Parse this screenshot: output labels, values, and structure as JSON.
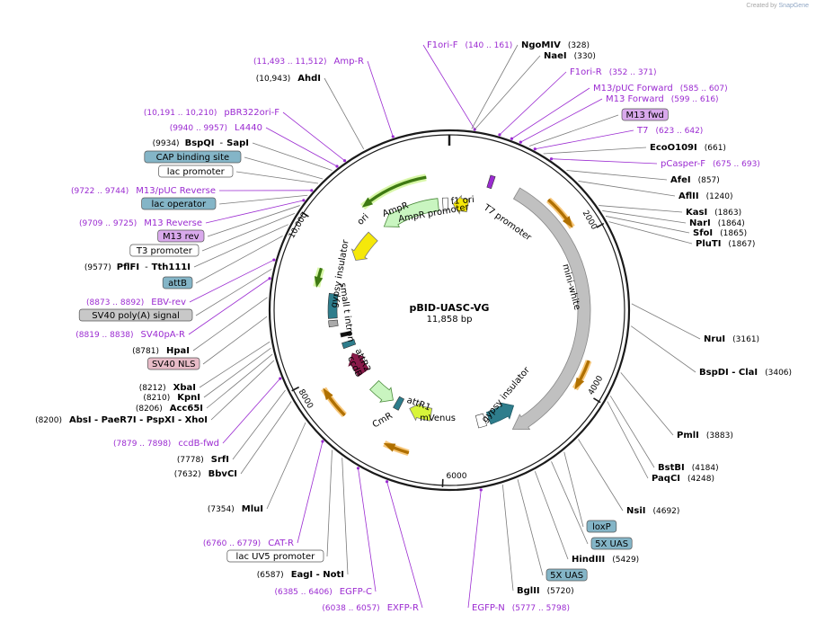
{
  "credit": {
    "prefix": "Created by",
    "brand": "SnapGene"
  },
  "plasmid": {
    "name": "pBID-UASC-VG",
    "length": "11,858 bp"
  },
  "ticks": [
    "2000",
    "4000",
    "6000",
    "8000",
    "10,000"
  ],
  "labels": [
    {
      "name": "F1ori-F",
      "range": "(140 .. 161)",
      "kind": "primer"
    },
    {
      "name": "Amp-R",
      "range": "(11,493 .. 11,512)",
      "kind": "primer"
    },
    {
      "name": "AhdI",
      "pos": "(10,943)",
      "kind": "site"
    },
    {
      "name": "pBR322ori-F",
      "range": "(10,191 .. 10,210)",
      "kind": "primer"
    },
    {
      "name": "L4440",
      "range": "(9940 .. 9957)",
      "kind": "primer"
    },
    {
      "name": "BspQI",
      "name2": "SapI",
      "pos": "(9934)",
      "kind": "site2"
    },
    {
      "name": "CAP binding site",
      "kind": "box",
      "color": "#84b5c7"
    },
    {
      "name": "lac promoter",
      "kind": "box",
      "color": "#ffffff"
    },
    {
      "name": "M13/pUC Reverse",
      "range": "(9722 .. 9744)",
      "kind": "primer"
    },
    {
      "name": "lac operator",
      "kind": "box",
      "color": "#84b5c7"
    },
    {
      "name": "M13 Reverse",
      "range": "(9709 .. 9725)",
      "kind": "primer"
    },
    {
      "name": "M13 rev",
      "kind": "box",
      "color": "#d9a9ec"
    },
    {
      "name": "T3 promoter",
      "kind": "box",
      "color": "#ffffff"
    },
    {
      "name": "PflFI",
      "name2": "Tth111I",
      "pos": "(9577)",
      "kind": "site2"
    },
    {
      "name": "attB",
      "kind": "box",
      "color": "#84b5c7"
    },
    {
      "name": "EBV-rev",
      "range": "(8873 .. 8892)",
      "kind": "primer"
    },
    {
      "name": "SV40 poly(A) signal",
      "kind": "box",
      "color": "#c8c8c8"
    },
    {
      "name": "SV40pA-R",
      "range": "(8819 .. 8838)",
      "kind": "primer"
    },
    {
      "name": "HpaI",
      "pos": "(8781)",
      "kind": "site"
    },
    {
      "name": "SV40 NLS",
      "kind": "box",
      "color": "#e8bcc8"
    },
    {
      "name": "XbaI",
      "pos": "(8212)",
      "kind": "site"
    },
    {
      "name": "KpnI",
      "pos": "(8210)",
      "kind": "site"
    },
    {
      "name": "Acc65I",
      "pos": "(8206)",
      "kind": "site"
    },
    {
      "name": "AbsI - PaeR7I - PspXI - XhoI",
      "pos": "(8200)",
      "kind": "site"
    },
    {
      "name": "ccdB-fwd",
      "range": "(7879 .. 7898)",
      "kind": "primer"
    },
    {
      "name": "SrfI",
      "pos": "(7778)",
      "kind": "site"
    },
    {
      "name": "BbvCI",
      "pos": "(7632)",
      "kind": "site"
    },
    {
      "name": "MluI",
      "pos": "(7354)",
      "kind": "site"
    },
    {
      "name": "CAT-R",
      "range": "(6760 .. 6779)",
      "kind": "primer"
    },
    {
      "name": "lac UV5 promoter",
      "kind": "box",
      "color": "#ffffff"
    },
    {
      "name": "EagI - NotI",
      "pos": "(6587)",
      "kind": "site"
    },
    {
      "name": "EGFP-C",
      "range": "(6385 .. 6406)",
      "kind": "primer"
    },
    {
      "name": "EXFP-R",
      "range": "(6038 .. 6057)",
      "kind": "primer"
    },
    {
      "name": "EGFP-N",
      "range": "(5777 .. 5798)",
      "kind": "primer"
    },
    {
      "name": "BglII",
      "pos": "(5720)",
      "kind": "site"
    },
    {
      "name": "5X UAS",
      "kind": "box",
      "color": "#84b5c7"
    },
    {
      "name": "HindIII",
      "pos": "(5429)",
      "kind": "site"
    },
    {
      "name": "5X UAS",
      "kind": "box",
      "color": "#84b5c7"
    },
    {
      "name": "loxP",
      "kind": "box",
      "color": "#84b5c7"
    },
    {
      "name": "NsiI",
      "pos": "(4692)",
      "kind": "site"
    },
    {
      "name": "PaqCI",
      "pos": "(4248)",
      "kind": "site"
    },
    {
      "name": "BstBI",
      "pos": "(4184)",
      "kind": "site"
    },
    {
      "name": "PmlI",
      "pos": "(3883)",
      "kind": "site"
    },
    {
      "name": "BspDI - ClaI",
      "pos": "(3406)",
      "kind": "site"
    },
    {
      "name": "NruI",
      "pos": "(3161)",
      "kind": "site"
    },
    {
      "name": "PluTI",
      "pos": "(1867)",
      "kind": "site"
    },
    {
      "name": "SfoI",
      "pos": "(1865)",
      "kind": "site"
    },
    {
      "name": "NarI",
      "pos": "(1864)",
      "kind": "site"
    },
    {
      "name": "KasI",
      "pos": "(1863)",
      "kind": "site"
    },
    {
      "name": "AflII",
      "pos": "(1240)",
      "kind": "site"
    },
    {
      "name": "AfeI",
      "pos": "(857)",
      "kind": "site"
    },
    {
      "name": "pCasper-F",
      "range": "(675 .. 693)",
      "kind": "primer"
    },
    {
      "name": "EcoO109I",
      "pos": "(661)",
      "kind": "site"
    },
    {
      "name": "T7",
      "range": "(623 .. 642)",
      "kind": "primer"
    },
    {
      "name": "M13 fwd",
      "kind": "box",
      "color": "#d9a9ec"
    },
    {
      "name": "M13 Forward",
      "range": "(599 .. 616)",
      "kind": "primer"
    },
    {
      "name": "M13/pUC Forward",
      "range": "(585 .. 607)",
      "kind": "primer"
    },
    {
      "name": "F1ori-R",
      "range": "(352 .. 371)",
      "kind": "primer"
    },
    {
      "name": "NaeI",
      "pos": "(330)",
      "kind": "site"
    },
    {
      "name": "NgoMIV",
      "pos": "(328)",
      "kind": "site"
    }
  ],
  "features": [
    {
      "name": "f1 ori"
    },
    {
      "name": "AmpR"
    },
    {
      "name": "AmpR promoter"
    },
    {
      "name": "T7 promoter"
    },
    {
      "name": "ori"
    },
    {
      "name": "mini-white"
    },
    {
      "name": "gypsy insulator"
    },
    {
      "name": "small t intron"
    },
    {
      "name": "gypsy insulator"
    },
    {
      "name": "attR2"
    },
    {
      "name": "ccdB"
    },
    {
      "name": "attR1"
    },
    {
      "name": "CmR"
    },
    {
      "name": "mVenus"
    }
  ],
  "colors": {
    "primer": "#9b2bd1",
    "site": "#000000",
    "line": "#666666",
    "backbone": "#1a1a1a",
    "gray_feature": "#c0c0c0",
    "orange_arrow": "#f5a623",
    "green_arrow": "#6fae2e",
    "teal": "#2e7d8c",
    "mint": "#c9f5c0",
    "yellow": "#f5e80a",
    "lime": "#d8f53a",
    "maroon": "#8a1a4a"
  }
}
